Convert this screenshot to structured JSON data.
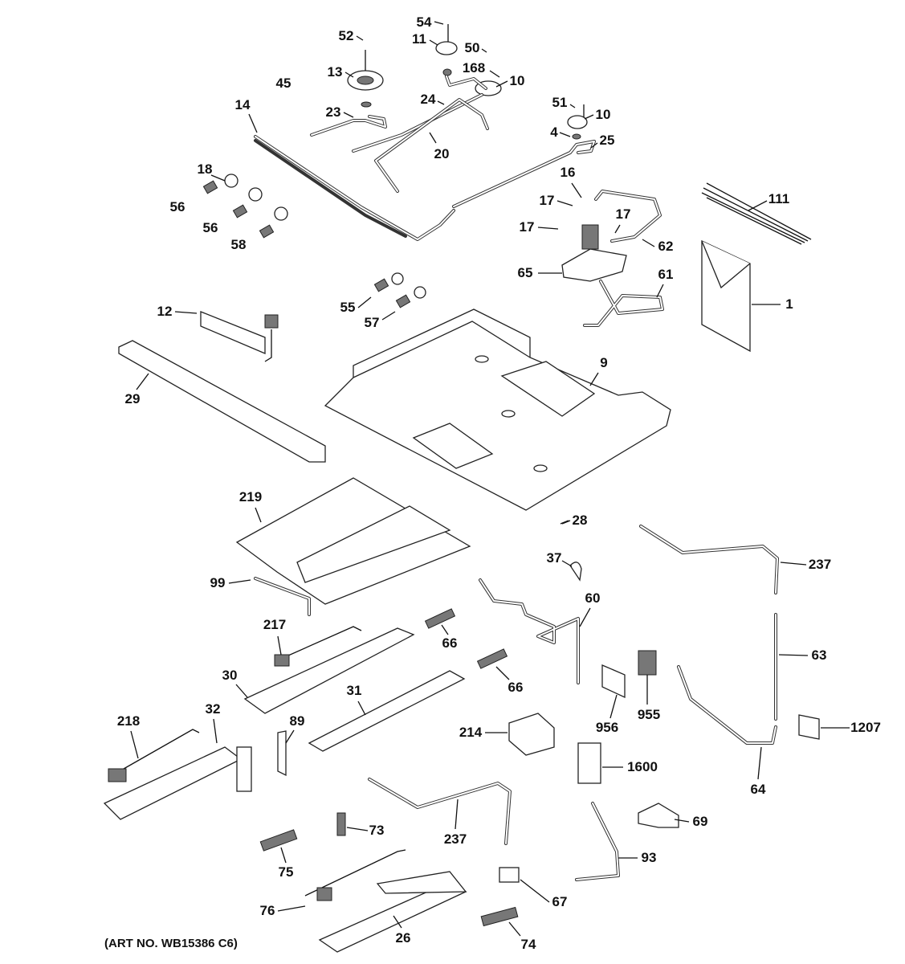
{
  "diagram": {
    "art_number": "(ART NO. WB15386 C6)",
    "labels": [
      "54",
      "52",
      "11",
      "50",
      "168",
      "10",
      "13",
      "45",
      "23",
      "24",
      "51",
      "10",
      "14",
      "20",
      "4",
      "25",
      "18",
      "16",
      "111",
      "17",
      "17",
      "56",
      "56",
      "17",
      "62",
      "58",
      "65",
      "61",
      "12",
      "55",
      "1",
      "57",
      "9",
      "29",
      "219",
      "28",
      "37",
      "237",
      "99",
      "60",
      "217",
      "66",
      "63",
      "30",
      "66",
      "31",
      "955",
      "89",
      "218",
      "32",
      "214",
      "956",
      "1207",
      "1600",
      "64",
      "237",
      "73",
      "69",
      "75",
      "93",
      "67",
      "76",
      "26",
      "74"
    ]
  }
}
